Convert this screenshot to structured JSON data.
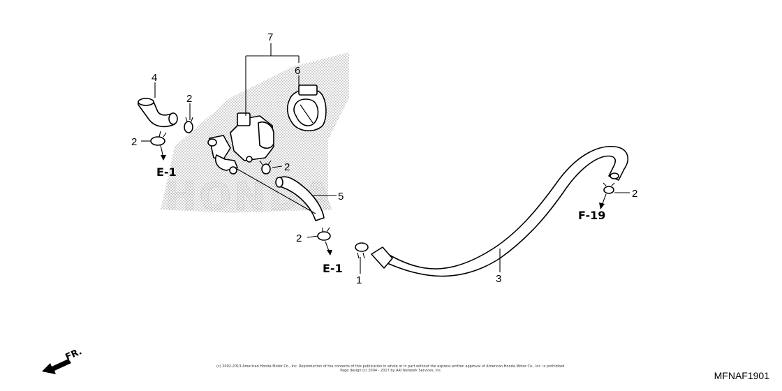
{
  "diagram": {
    "callouts": {
      "c7": "7",
      "c6": "6",
      "c4": "4",
      "c2_a": "2",
      "c2_b": "2",
      "c2_c": "2",
      "c2_d": "2",
      "c2_e": "2",
      "c5": "5",
      "c1": "1",
      "c3": "3"
    },
    "refs": {
      "e1_left": "E-1",
      "e1_bottom": "E-1",
      "f19": "F-19"
    },
    "watermark": "HONDA",
    "front_label": "FR."
  },
  "footer": {
    "copyright": "(c) 2002-2013 American Honda Motor Co., Inc. Reproduction of the contents of this publication in whole or in part without the express written approval of American Honda Motor Co., Inc. is prohibited.",
    "design": "Page design (c) 2004 - 2017 by ARI Network Services, Inc."
  },
  "diagram_code": "MFNAF1901",
  "colors": {
    "line": "#000000",
    "stipple": "#b8b8b8",
    "background": "#ffffff"
  }
}
